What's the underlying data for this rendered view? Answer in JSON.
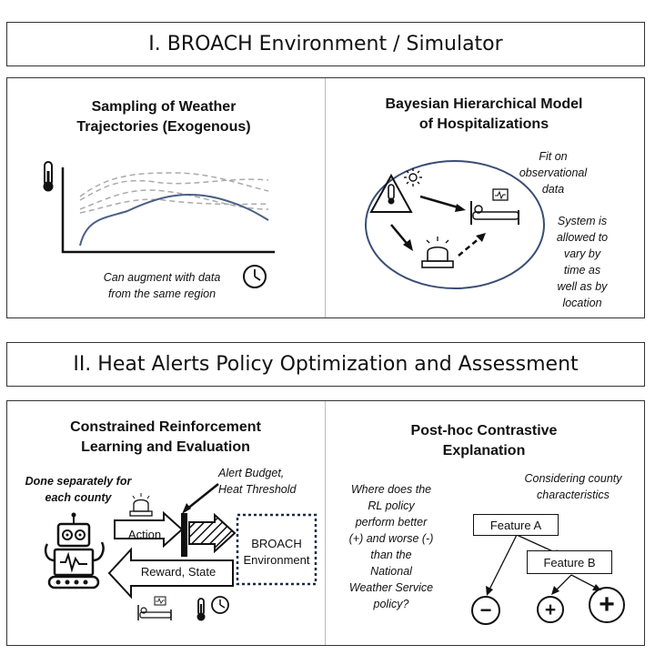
{
  "section1": {
    "title": "I. BROACH Environment / Simulator"
  },
  "section2": {
    "title": "II. Heat Alerts Policy Optimization and Assessment"
  },
  "weather": {
    "title_line1": "Sampling of Weather",
    "title_line2": "Trajectories (Exogenous)",
    "note_line1": "Can augment with data",
    "note_line2": "from the same region"
  },
  "bayes": {
    "title_line1": "Bayesian Hierarchical Model",
    "title_line2": "of Hospitalizations",
    "fit_line1": "Fit on",
    "fit_line2": "observational",
    "fit_line3": "data",
    "sys_line1": "System is",
    "sys_line2": "allowed to",
    "sys_line3": "vary by",
    "sys_line4": "time as",
    "sys_line5": "well as by",
    "sys_line6": "location"
  },
  "rl": {
    "title_line1": "Constrained Reinforcement",
    "title_line2": "Learning and Evaluation",
    "done_line1": "Done separately for",
    "done_line2": "each county",
    "budget_line1": "Alert Budget,",
    "budget_line2": "Heat Threshold",
    "action_label": "Action",
    "reward_label": "Reward, State",
    "env_line1": "BROACH",
    "env_line2": "Environment"
  },
  "posthoc": {
    "title_line1": "Post-hoc Contrastive",
    "title_line2": "Explanation",
    "q_line1": "Where does the",
    "q_line2": "RL policy",
    "q_line3": "perform better",
    "q_line4": "(+) and worse (-)",
    "q_line5": "than the",
    "q_line6": "National",
    "q_line7": "Weather Service",
    "q_line8": "policy?",
    "county_line1": "Considering county",
    "county_line2": "characteristics",
    "feature_a": "Feature A",
    "feature_b": "Feature B",
    "minus": "−",
    "plus_small": "+",
    "plus_large": "+"
  }
}
